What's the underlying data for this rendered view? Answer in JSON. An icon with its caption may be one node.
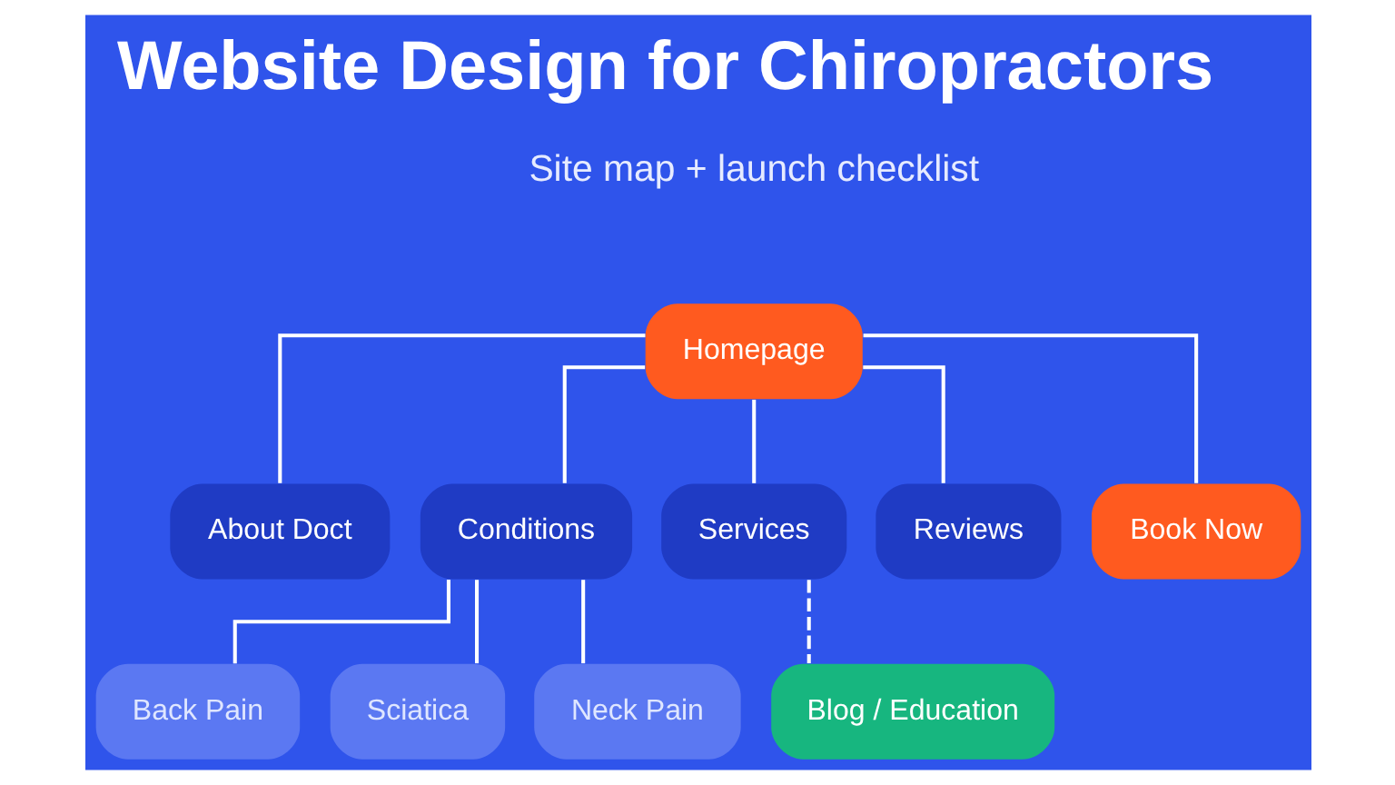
{
  "diagram": {
    "title": "Website Design for Chiropractors",
    "nodes": [
      {
        "text": [
          "Homepage"
        ]
      },
      {
        "text": [
          "About Doct"
        ]
      },
      {
        "text": [
          "Conditions"
        ]
      },
      {
        "text": [
          "Services"
        ]
      },
      {
        "text": [
          "Reviews"
        ]
      },
      {
        "text": [
          "Book Now"
        ]
      },
      {
        "text": [
          "Back Pain"
        ]
      },
      {
        "text": [
          "Sciatica"
        ]
      },
      {
        "text": [
          "Neck Pain"
        ]
      },
      {
        "text": [
          "Blog / Education"
        ]
      }
    ],
    "edges": [
      {
        "from": 0,
        "to": 1,
        "arrow": "none"
      },
      {
        "from": 0,
        "to": 2,
        "arrow": "none"
      },
      {
        "from": 0,
        "to": 3,
        "arrow": "none"
      },
      {
        "from": 0,
        "to": 4,
        "arrow": "none"
      },
      {
        "from": 0,
        "to": 5,
        "arrow": "none"
      },
      {
        "from": 2,
        "to": 6,
        "arrow": "none"
      },
      {
        "from": 2,
        "to": 7,
        "arrow": "none"
      },
      {
        "from": 2,
        "to": 8,
        "arrow": "none"
      },
      {
        "from": 3,
        "to": 9,
        "arrow": "none",
        "style": "dashed"
      }
    ],
    "labels": [
      "Site map + launch checklist"
    ]
  }
}
